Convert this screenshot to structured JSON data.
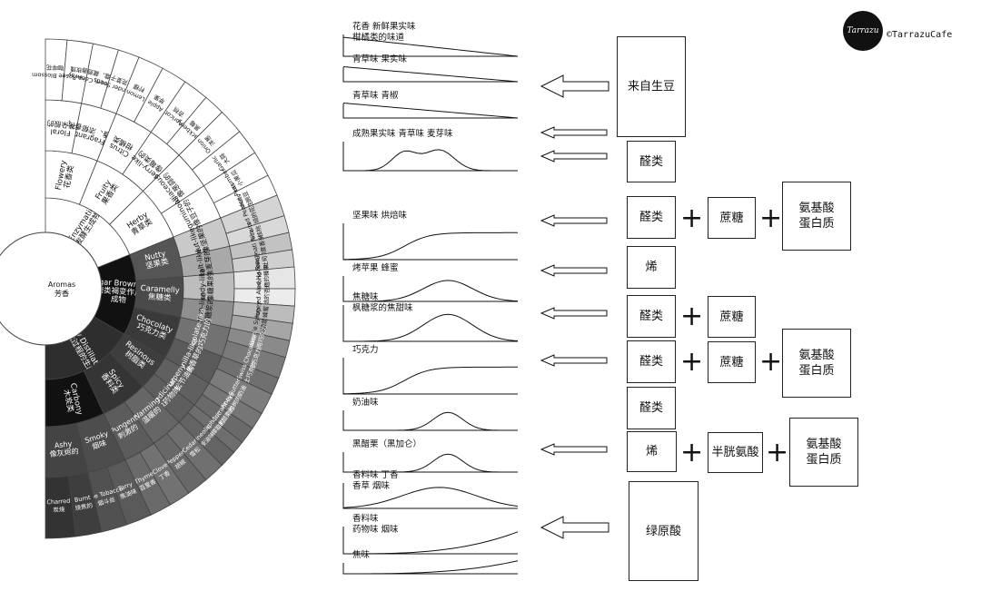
{
  "brand": {
    "logo_text": "Tarrazu",
    "handle": "©TarrazuCafe"
  },
  "wheel": {
    "center": {
      "label": "Aromas\n芳香"
    },
    "inner": [
      {
        "label": "Enzymatic\n发酵生成物",
        "start": -90,
        "end": -22,
        "fill": "#ffffff"
      },
      {
        "label": "Sugar Browning\n糖类褐变作用\n成物",
        "start": -22,
        "end": 30,
        "fill": "#111111"
      },
      {
        "label": "Dry Distillation\n焦化过程的生成物",
        "start": 30,
        "end": 90,
        "fill": "#2e2e2e"
      }
    ],
    "middle": [
      {
        "label": "Flowery\n花香类",
        "start": -90,
        "end": -68,
        "fill": "#ffffff"
      },
      {
        "label": "Fruity\n果香类",
        "start": -68,
        "end": -45,
        "fill": "#ffffff"
      },
      {
        "label": "Herby\n青草类",
        "start": -45,
        "end": -22,
        "fill": "#ffffff"
      },
      {
        "label": "Nutty\n坚果类",
        "start": -22,
        "end": -5,
        "fill": "#555555"
      },
      {
        "label": "Caramelly\n焦糖类",
        "start": -5,
        "end": 12,
        "fill": "#4a4a4a"
      },
      {
        "label": "Chocolaty\n巧克力类",
        "start": 12,
        "end": 30,
        "fill": "#3a3a3a"
      },
      {
        "label": "Resinous\n树脂类",
        "start": 30,
        "end": 45,
        "fill": "#3e3e3e"
      },
      {
        "label": "Spicy\n香料类",
        "start": 45,
        "end": 65,
        "fill": "#353535"
      },
      {
        "label": "Carbony\n木炭类",
        "start": 65,
        "end": 90,
        "fill": "#111111"
      }
    ],
    "outer": [
      {
        "label": "Floral\n花朵般的",
        "start": -90,
        "end": -79,
        "fill": "#ffffff"
      },
      {
        "label": "Fragrant\n芳香、浓郁香气",
        "start": -79,
        "end": -68,
        "fill": "#ffffff"
      },
      {
        "label": "Citrus\n柑橘类",
        "start": -68,
        "end": -56,
        "fill": "#ffffff"
      },
      {
        "label": "Berry-like\n像莓类的",
        "start": -56,
        "end": -45,
        "fill": "#ffffff"
      },
      {
        "label": "Alliaceous\n像葱蒜的",
        "start": -45,
        "end": -33,
        "fill": "#ffffff"
      },
      {
        "label": "Leguminous\n像豆子的",
        "start": -33,
        "end": -22,
        "fill": "#ffffff"
      },
      {
        "label": "Nut-like\n像坚果的",
        "start": -22,
        "end": -13,
        "fill": "#c9c9c9"
      },
      {
        "label": "Malt-like\n像麦芽的",
        "start": -13,
        "end": -5,
        "fill": "#a9a9a9"
      },
      {
        "label": "Candy-like\n像糖果的",
        "start": -5,
        "end": 4,
        "fill": "#bdbdbd"
      },
      {
        "label": "Syrup-like\n像糖浆的",
        "start": 4,
        "end": 12,
        "fill": "#8f8f8f"
      },
      {
        "label": "Chocolate-like\n像巧克力的",
        "start": 12,
        "end": 21,
        "fill": "#727272"
      },
      {
        "label": "Vanilla-like\n像香草的",
        "start": 21,
        "end": 30,
        "fill": "#5a5a5a"
      },
      {
        "label": "Turpeny\n像松节油的",
        "start": 30,
        "end": 38,
        "fill": "#606060"
      },
      {
        "label": "Medicinal\n像药物的",
        "start": 38,
        "end": 45,
        "fill": "#5e5e5e"
      },
      {
        "label": "Warming\n温暖的",
        "start": 45,
        "end": 55,
        "fill": "#666666"
      },
      {
        "label": "Pungent\n刺激的",
        "start": 55,
        "end": 65,
        "fill": "#5c5c5c"
      },
      {
        "label": "Smoky\n烟味",
        "start": 65,
        "end": 77,
        "fill": "#4d4d4d"
      },
      {
        "label": "Ashy\n像灰烬的",
        "start": 77,
        "end": 90,
        "fill": "#444444"
      }
    ],
    "rim": [
      {
        "label": "Coffee Blossom\n咖啡花",
        "start": -90,
        "end": -85,
        "fill": "#ffffff"
      },
      {
        "label": "Tea Rose\n玫瑰",
        "start": -85,
        "end": -79,
        "fill": "#ffffff"
      },
      {
        "label": "Cardamom Caraway\n豆蔻、藏茴香",
        "start": -79,
        "end": -73,
        "fill": "#ffffff"
      },
      {
        "label": "Coriander Seeds\n芫荽子",
        "start": -73,
        "end": -68,
        "fill": "#ffffff"
      },
      {
        "label": "Lemon\n柠檬",
        "start": -68,
        "end": -62,
        "fill": "#ffffff"
      },
      {
        "label": "Apple\n苹果",
        "start": -62,
        "end": -56,
        "fill": "#ffffff"
      },
      {
        "label": "Apricot\n杏桃",
        "start": -56,
        "end": -50,
        "fill": "#ffffff"
      },
      {
        "label": "Blackberry\n黑莓",
        "start": -50,
        "end": -45,
        "fill": "#ffffff"
      },
      {
        "label": "Onion\n洋葱",
        "start": -45,
        "end": -39,
        "fill": "#ffffff"
      },
      {
        "label": "Garlic\n大蒜",
        "start": -39,
        "end": -33,
        "fill": "#ffffff"
      },
      {
        "label": "Cucumber\n小黄瓜",
        "start": -33,
        "end": -27,
        "fill": "#ffffff"
      },
      {
        "label": "Garden Peas\n豌豆",
        "start": -27,
        "end": -22,
        "fill": "#ffffff"
      },
      {
        "label": "Roasted Peanuts\n烘焙的花生",
        "start": -22,
        "end": -17,
        "fill": "#d4d4d4"
      },
      {
        "label": "Walnuts\n核桃",
        "start": -17,
        "end": -13,
        "fill": "#d9d9d9"
      },
      {
        "label": "Basmati Rice\n印度香米",
        "start": -13,
        "end": -9,
        "fill": "#c2c2c2"
      },
      {
        "label": "Toast\n吐司",
        "start": -9,
        "end": -5,
        "fill": "#cfcfcf"
      },
      {
        "label": "Roasted Hazelnut\n烘焙的榛果",
        "start": -5,
        "end": 0,
        "fill": "#e6e6e6"
      },
      {
        "label": "Roasted Almond\n烘焙的杏仁",
        "start": 0,
        "end": 4,
        "fill": "#ececec"
      },
      {
        "label": "Honey\n蜂蜜",
        "start": 4,
        "end": 8,
        "fill": "#bcbcbc"
      },
      {
        "label": "Maple Syrup\n枫糖浆",
        "start": 8,
        "end": 12,
        "fill": "#a6a6a6"
      },
      {
        "label": "Bakers\n烘焙用巧克力",
        "start": 12,
        "end": 16,
        "fill": "#8a8a8a"
      },
      {
        "label": "Dark Chocolate\n黑巧克力",
        "start": 16,
        "end": 21,
        "fill": "#7a7a7a"
      },
      {
        "label": "Swiss\n瑞士巧克力",
        "start": 21,
        "end": 25,
        "fill": "#707070"
      },
      {
        "label": "Butter\n奶油",
        "start": 25,
        "end": 30,
        "fill": "#7c7c7c"
      },
      {
        "label": "Piney\n像松树的",
        "start": 30,
        "end": 34,
        "fill": "#767676"
      },
      {
        "label": "Black Currant-like\n像黑醋栗的",
        "start": 34,
        "end": 38,
        "fill": "#6a6a6a"
      },
      {
        "label": "Camphoric\n像樟脑的",
        "start": 38,
        "end": 41,
        "fill": "#6e6e6e"
      },
      {
        "label": "Cineolic\n桉油味",
        "start": 41,
        "end": 45,
        "fill": "#646464"
      },
      {
        "label": "Cedar\n雪松",
        "start": 45,
        "end": 50,
        "fill": "#707070"
      },
      {
        "label": "Pepper\n胡椒",
        "start": 50,
        "end": 55,
        "fill": "#686868"
      },
      {
        "label": "Clove\n丁香",
        "start": 55,
        "end": 60,
        "fill": "#727272"
      },
      {
        "label": "Thyme\n百里香",
        "start": 60,
        "end": 65,
        "fill": "#6a6a6a"
      },
      {
        "label": "Tarry\n焦油味",
        "start": 65,
        "end": 71,
        "fill": "#5a5a5a"
      },
      {
        "label": "Pipe Tobacco\n烟斗丝",
        "start": 71,
        "end": 77,
        "fill": "#515151"
      },
      {
        "label": "Burnt\n烧焦的",
        "start": 77,
        "end": 83,
        "fill": "#3e3e3e"
      },
      {
        "label": "Charred\n炭烧",
        "start": 83,
        "end": 90,
        "fill": "#333333"
      }
    ]
  },
  "rows": [
    {
      "label": "花香 新鲜果实味\n柑橘类的味道",
      "curve": "dec"
    },
    {
      "label": "青草味 果实味",
      "curve": "dec"
    },
    {
      "label": "青草味 青椒",
      "curve": "dec"
    },
    {
      "label": "成熟果实味 青草味 麦芽味",
      "curve": "twin"
    },
    {
      "label": "坚果味 烘焙味",
      "curve": "plateau"
    },
    {
      "label": "烤苹果 蜂蜜",
      "curve": "hill"
    },
    {
      "label": "焦糖味\n枫糖浆的焦甜味",
      "curve": "hill"
    },
    {
      "label": "巧克力",
      "curve": "plateau"
    },
    {
      "label": "奶油味",
      "curve": "bump"
    },
    {
      "label": "黑醋栗（黑加仑）",
      "curve": "bump"
    },
    {
      "label": "香料味 丁香\n香草 烟味",
      "curve": "wide"
    },
    {
      "label": "香料味\n药物味 烟味",
      "curve": "late"
    },
    {
      "label": "焦味",
      "curve": "late"
    }
  ],
  "arrows": [
    {
      "label": "来自生豆",
      "big": true
    },
    {
      "label": ""
    },
    {
      "label": ""
    },
    {
      "label": ""
    },
    {
      "label": ""
    },
    {
      "label": ""
    },
    {
      "label": ""
    },
    {
      "label": ""
    }
  ],
  "boxes": {
    "raw_bean": "来自生豆",
    "aldehyde": "醛类",
    "sucrose": "蔗糖",
    "amino_protein": "氨基酸\n蛋白质",
    "alkene": "烯",
    "cysteine": "半胱氨酸",
    "chlorogenic_acid": "绿原酸",
    "plus": "+"
  }
}
